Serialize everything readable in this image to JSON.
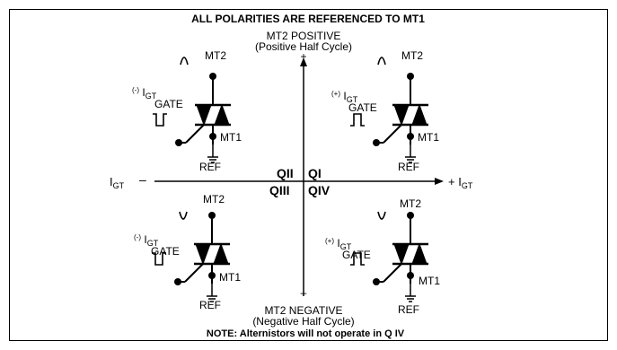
{
  "header": {
    "title": "ALL POLARITIES ARE REFERENCED TO MT1"
  },
  "axis": {
    "top_line1": "MT2 POSITIVE",
    "top_line2": "(Positive Half Cycle)",
    "top_sign": "+",
    "bottom_sign": "–",
    "bottom_line1": "MT2 NEGATIVE",
    "bottom_line2": "(Negative Half Cycle)",
    "left_label": "I",
    "left_sub": "GT",
    "left_sign": "–",
    "right_label": "+ I",
    "right_sub": "GT"
  },
  "quadrants": {
    "q2": "QII",
    "q1": "QI",
    "q3": "QIII",
    "q4": "QIV"
  },
  "devices": {
    "tl": {
      "mt2": "MT2",
      "mt1": "MT1",
      "ref": "REF",
      "gate": "GATE",
      "igt_sign": "(-)",
      "igt": "I",
      "igt_sub": "GT"
    },
    "tr": {
      "mt2": "MT2",
      "mt1": "MT1",
      "ref": "REF",
      "gate": "GATE",
      "igt_sign": "(+)",
      "igt": "I",
      "igt_sub": "GT"
    },
    "bl": {
      "mt2": "MT2",
      "mt1": "MT1",
      "ref": "REF",
      "gate": "GATE",
      "igt_sign": "(-)",
      "igt": "I",
      "igt_sub": "GT"
    },
    "br": {
      "mt2": "MT2",
      "mt1": "MT1",
      "ref": "REF",
      "gate": "GATE",
      "igt_sign": "(+)",
      "igt": "I",
      "igt_sub": "GT"
    }
  },
  "footer": {
    "note": "NOTE: Alternistors will not operate in Q IV"
  }
}
